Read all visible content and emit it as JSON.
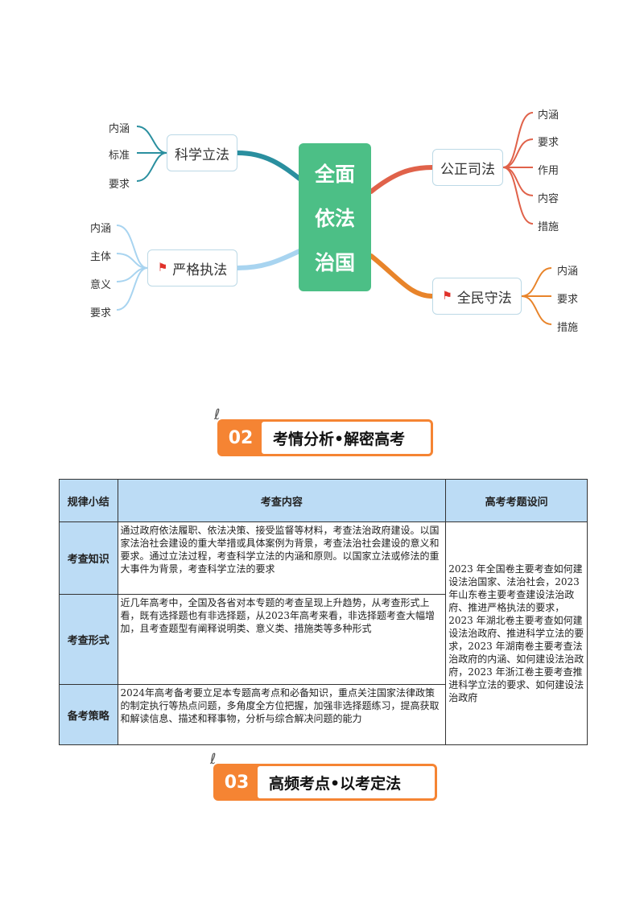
{
  "mindmap": {
    "center": [
      "全面",
      "依法",
      "治国"
    ],
    "branches": {
      "kexue": {
        "label": "科学立法",
        "leaves": [
          "内涵",
          "标准",
          "要求"
        ]
      },
      "yange": {
        "label": "严格执法",
        "leaves": [
          "内涵",
          "主体",
          "意义",
          "要求"
        ]
      },
      "gongzheng": {
        "label": "公正司法",
        "leaves": [
          "内涵",
          "要求",
          "作用",
          "内容",
          "措施"
        ]
      },
      "quanmin": {
        "label": "全民守法",
        "leaves": [
          "内涵",
          "要求",
          "措施"
        ]
      }
    },
    "colors": {
      "center": "#4cbf86",
      "kexue": "#2a8f9f",
      "yange": "#a8d4f0",
      "gongzheng": "#e0624a",
      "quanmin": "#e8842a"
    }
  },
  "section02": {
    "num": "02",
    "title": "考情分析•解密高考"
  },
  "section03": {
    "num": "03",
    "title": "高频考点•以考定法"
  },
  "table": {
    "headers": [
      "规律小结",
      "考查内容",
      "高考考题设问"
    ],
    "rows": [
      {
        "head": "考查知识",
        "content": "通过政府依法履职、依法决策、接受监督等材料，考查法治政府建设。以国家法治社会建设的重大举措或具体案例为背景，考查法治社会建设的意义和要求。通过立法过程，考查科学立法的内涵和原则。以国家立法或修法的重大事件为背景，考查科学立法的要求"
      },
      {
        "head": "考查形式",
        "content": "近几年高考中，全国及各省对本专题的考查呈现上升趋势，从考查形式上看，既有选择题也有非选择题，从2023年高考来看，非选择题考查大幅增加，且考查题型有阐释说明类、意义类、措施类等多种形式"
      },
      {
        "head": "备考策略",
        "content": "2024年高考备考要立足本专题高考点和必备知识，重点关注国家法律政策的制定执行等热点问题，多角度全方位把握，加强非选择题练习，提高获取和解读信息、描述和释事物，分析与综合解决问题的能力"
      }
    ],
    "side": "2023 年全国卷主要考查如何建设法治国家、法治社会，2023 年山东卷主要考查建设法治政府、推进严格执法的要求，2023 年湖北卷主要考查如何建设法治政府、推进科学立法的要求，2023 年湖南卷主要考查法治政府的内涵、如何建设法治政府，2023 年浙江卷主要考查推进科学立法的要求、如何建设法治政府"
  }
}
